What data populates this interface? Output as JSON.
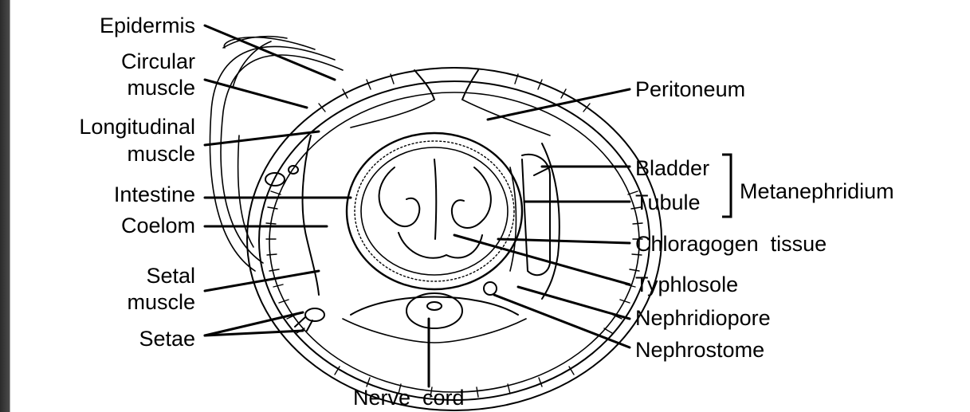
{
  "labels": {
    "epidermis": "Epidermis",
    "circular_muscle_1": "Circular",
    "circular_muscle_2": "muscle",
    "longitudinal_muscle_1": "Longitudinal",
    "longitudinal_muscle_2": "muscle",
    "intestine": "Intestine",
    "coelom": "Coelom",
    "setal_muscle_1": "Setal",
    "setal_muscle_2": "muscle",
    "setae": "Setae",
    "nerve_cord": "Nerve  cord",
    "peritoneum": "Peritoneum",
    "bladder": "Bladder",
    "tubule": "Tubule",
    "metanephridium": "Metanephridium",
    "chloragogen_tissue": "Chloragogen  tissue",
    "typhlosole": "Typhlosole",
    "nephridiopore": "Nephridiopore",
    "nephrostome": "Nephrostome"
  },
  "colors": {
    "background": "#ffffff",
    "frame": "#3a3a3a",
    "ink": "#000000"
  }
}
